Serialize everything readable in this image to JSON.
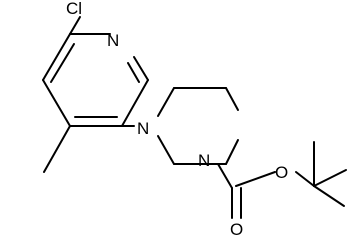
{
  "molecule": {
    "atoms": {
      "chlorine": "Cl",
      "pyridine_nitrogen": "N",
      "piperazine_nitrogen_1": "N",
      "piperazine_nitrogen_4": "N",
      "ester_oxygen": "O",
      "carbonyl_oxygen": "O"
    }
  },
  "colors": {
    "bond": "#000000",
    "label": "#000000",
    "background": "#ffffff"
  }
}
